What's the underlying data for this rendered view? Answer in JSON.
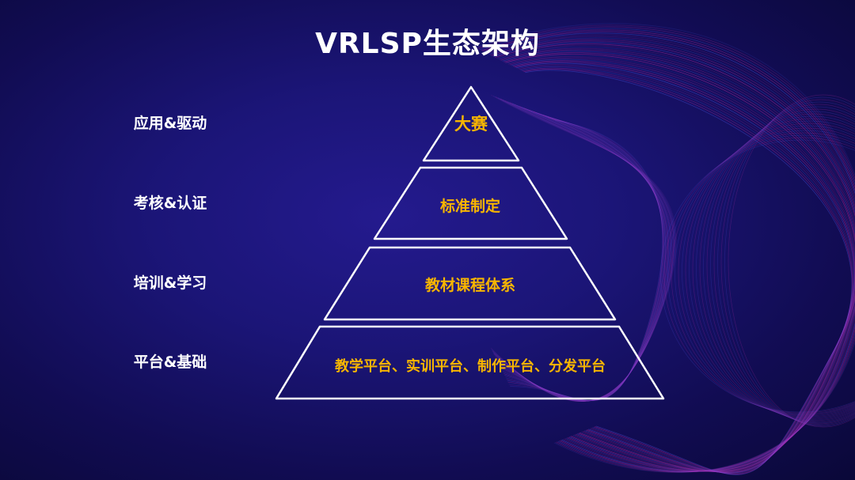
{
  "title": "VRLSP生态架构",
  "side_labels": [
    "应用&驱动",
    "考核&认证",
    "培训&学习",
    "平台&基础"
  ],
  "tiers": [
    "大赛",
    "标准制定",
    "教材课程体系",
    "教学平台、实训平台、制作平台、分发平台"
  ],
  "colors": {
    "background": "#1b1577",
    "tier_text": "#f7b500",
    "outline": "#ffffff",
    "wave_magenta": "#c02aa8",
    "wave_blue": "#4a4ee0"
  }
}
